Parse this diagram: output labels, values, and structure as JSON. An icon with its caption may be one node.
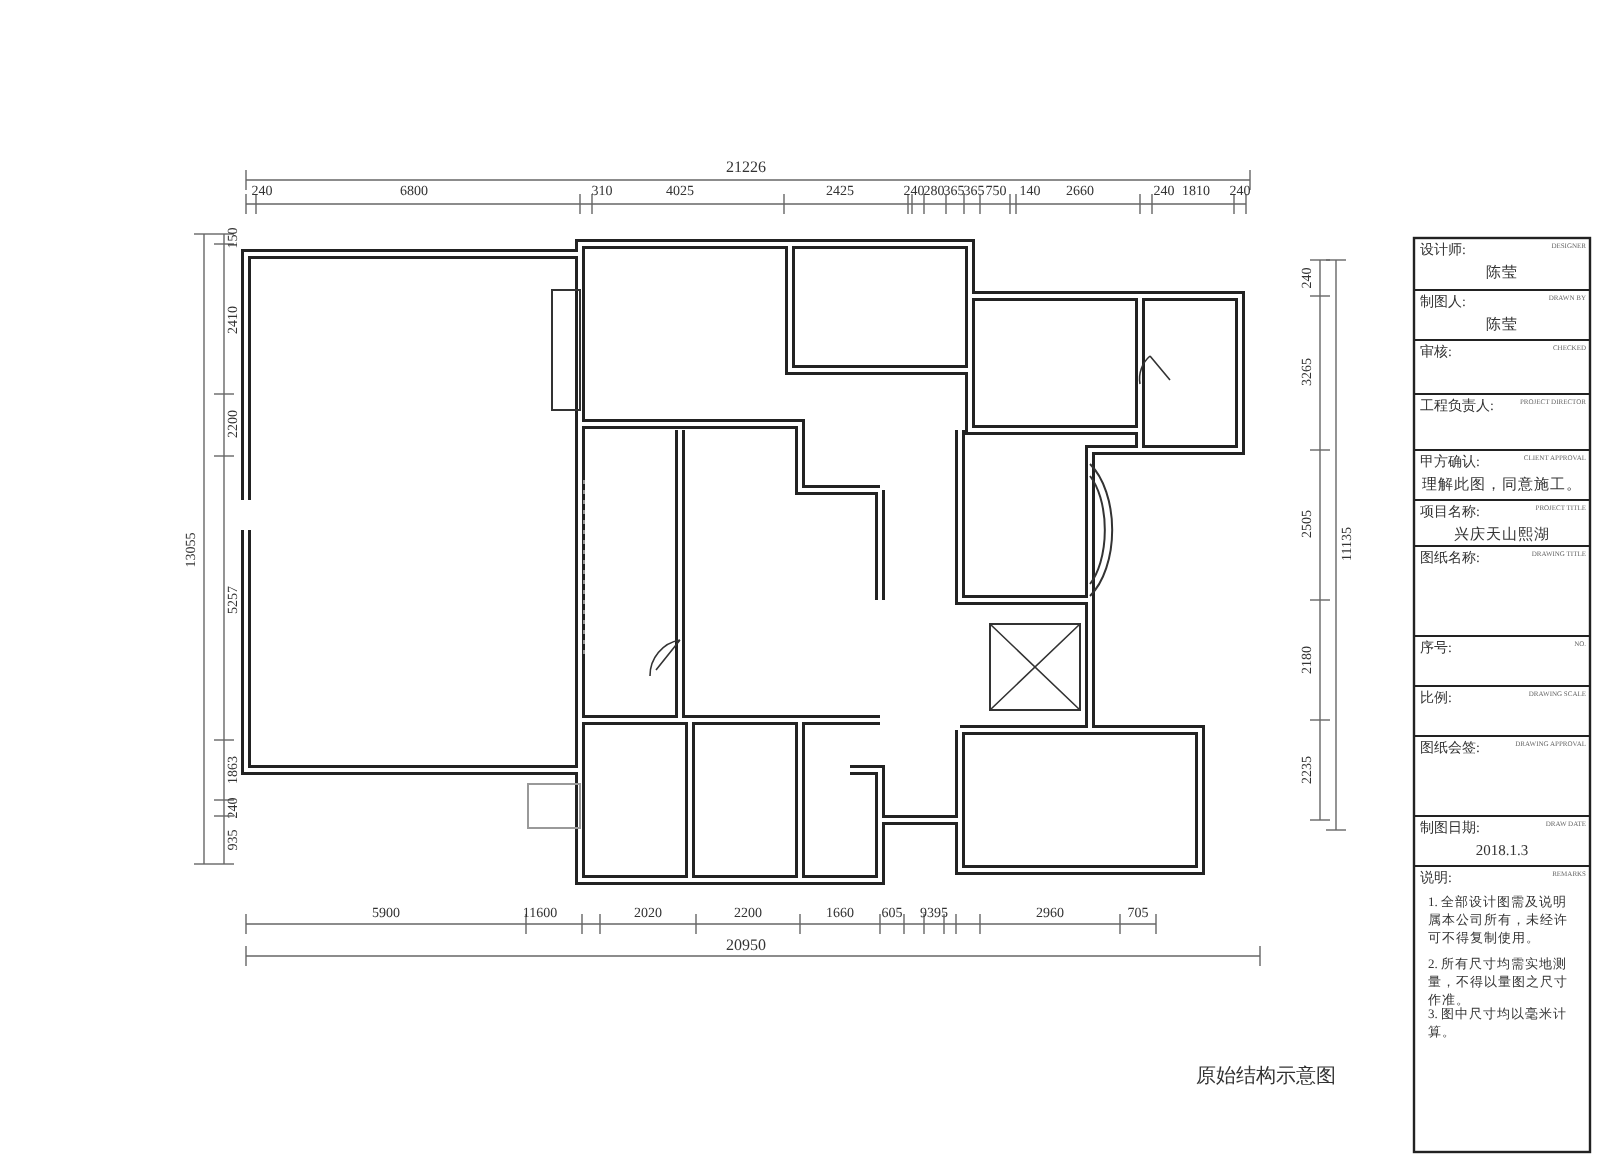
{
  "diagram": {
    "caption": "原始结构示意图",
    "labels": [
      "21226",
      "240",
      "6800",
      "310",
      "4025",
      "2425",
      "240",
      "280",
      "365",
      "365",
      "750",
      "140",
      "2660",
      "240",
      "1810",
      "240",
      "150",
      "2410",
      "2200",
      "5257",
      "1863",
      "240",
      "935",
      "13055",
      "240",
      "3265",
      "2505",
      "2180",
      "2235",
      "11135",
      "5900",
      "11600",
      "2020",
      "2200",
      "1660",
      "605",
      "9395",
      "2960",
      "705",
      "20950",
      "设计师:",
      "DESIGNER",
      "陈莹",
      "制图人:",
      "DRAWN BY",
      "陈莹",
      "审核:",
      "CHECKED",
      "工程负责人:",
      "PROJECT DIRECTOR",
      "甲方确认:",
      "CLIENT APPROVAL",
      "理解此图，同意施工。",
      "项目名称:",
      "PROJECT TITLE",
      "兴庆天山熙湖",
      "图纸名称:",
      "DRAWING TITLE",
      "序号:",
      "NO.",
      "比例:",
      "DRAWING SCALE",
      "图纸会签:",
      "DRAWING APPROVAL",
      "制图日期:",
      "DRAW DATE",
      "2018.1.3",
      "说明:",
      "REMARKS",
      "1. 全部设计图需及说明属本公司所有，未经许可不得复制使用。",
      "2. 所有尺寸均需实地测量，不得以量图之尺寸作准。",
      "3. 图中尺寸均以毫米计算。"
    ]
  }
}
